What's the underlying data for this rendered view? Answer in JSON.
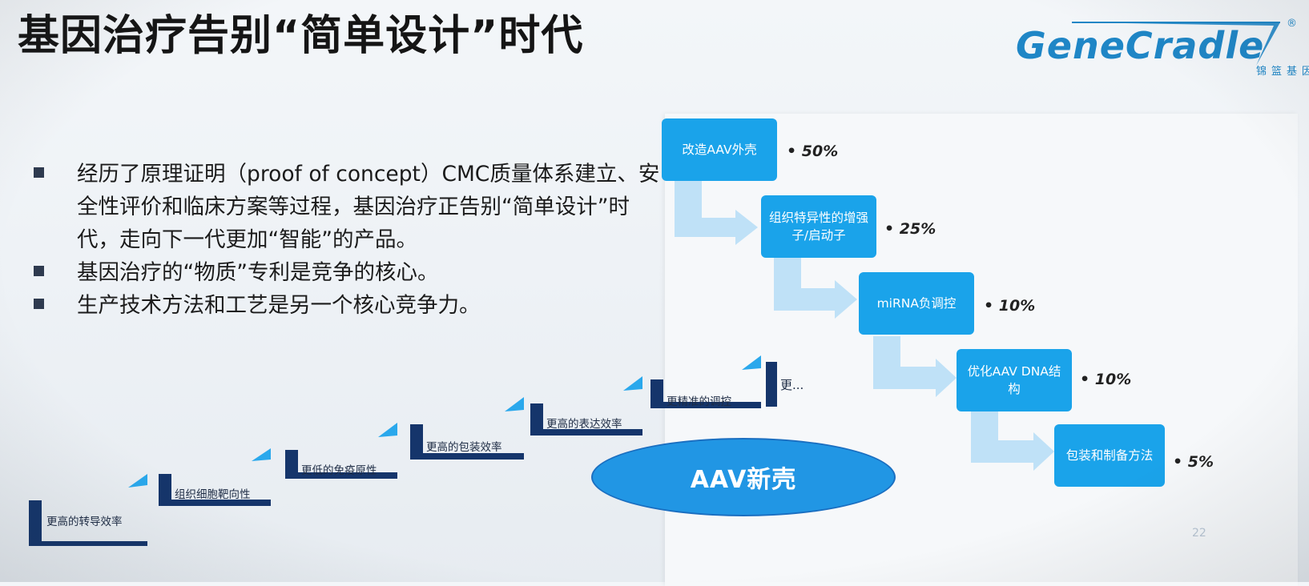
{
  "slide": {
    "title": "基因治疗告别“简单设计”时代",
    "page_number": "22"
  },
  "logo": {
    "text": "GeneCradle",
    "subtext": "锦篮基因",
    "registered": "®",
    "brand_color": "#1f86c6"
  },
  "bullets": [
    "经历了原理证明（proof of concept）CMC质量体系建立、安全性评价和临床方案等过程，基因治疗正告别“简单设计”时代，走向下一代更加“智能”的产品。",
    "基因治疗的“物质”专利是竞争的核心。",
    "生产技术方法和工艺是另一个核心竞争力。"
  ],
  "chain": [
    {
      "label": "改造AAV外壳",
      "percent": "• 50%"
    },
    {
      "label": "组织特异性的增强子/启动子",
      "percent": "• 25%"
    },
    {
      "label": "miRNA负调控",
      "percent": "• 10%"
    },
    {
      "label": "优化AAV DNA结构",
      "percent": "• 10%"
    },
    {
      "label": "包装和制备方法",
      "percent": "• 5%"
    }
  ],
  "stairs": [
    "更高的转导效率",
    "组织细胞靶向性",
    "更低的免疫原性",
    "更高的包装效率",
    "更高的表达效率",
    "更精准的调控",
    "更..."
  ],
  "ellipse_label": "AAV新壳",
  "colors": {
    "box_blue": "#1aa3ea",
    "arrow_blue": "#bfe1f7",
    "stair_dark": "#15356b",
    "stair_light": "#2aa8ec"
  }
}
